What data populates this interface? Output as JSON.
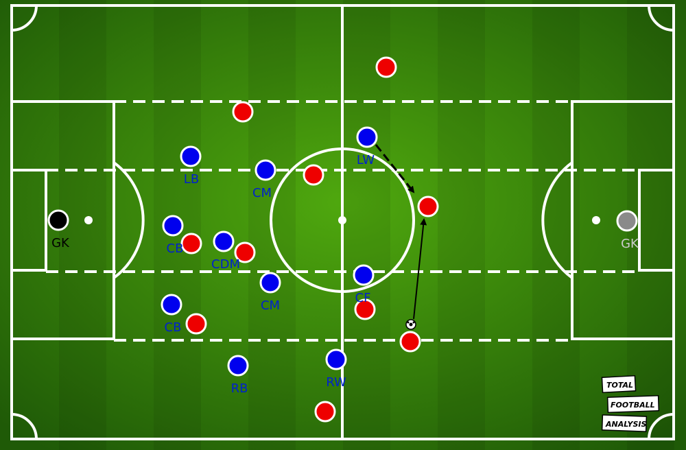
{
  "colors": {
    "pitch_center": "#4fa80e",
    "pitch_edge": "#1f5a07",
    "stripe_dark": "rgba(0,0,0,0.07)",
    "line": "#ffffff",
    "home_team": "#0000ee",
    "away_team": "#ee0000",
    "home_gk": "#000000",
    "away_gk": "#8a8a8a",
    "label_home": "#0022cc",
    "label_gk_home": "#000000",
    "label_gk_away": "#cccccc",
    "arrow": "#000000"
  },
  "home_players": [
    {
      "role": "GK",
      "label": "GK"
    },
    {
      "role": "LB",
      "label": "LB"
    },
    {
      "role": "CB-top",
      "label": "CB"
    },
    {
      "role": "CB-bottom",
      "label": "CB"
    },
    {
      "role": "RB",
      "label": "RB"
    },
    {
      "role": "CDM",
      "label": "CDM"
    },
    {
      "role": "CM-top",
      "label": "CM"
    },
    {
      "role": "CM-bottom",
      "label": "CM"
    },
    {
      "role": "LW",
      "label": "LW"
    },
    {
      "role": "RW",
      "label": "RW"
    },
    {
      "role": "CF",
      "label": "CF"
    }
  ],
  "away_players": [
    {
      "role": "GK",
      "label": "GK"
    },
    {
      "role": "opponent-1",
      "label": ""
    },
    {
      "role": "opponent-2",
      "label": ""
    },
    {
      "role": "opponent-3",
      "label": ""
    },
    {
      "role": "opponent-4",
      "label": ""
    },
    {
      "role": "opponent-5",
      "label": ""
    },
    {
      "role": "opponent-6",
      "label": ""
    },
    {
      "role": "opponent-7",
      "label": ""
    },
    {
      "role": "opponent-8",
      "label": ""
    },
    {
      "role": "opponent-9",
      "label": ""
    },
    {
      "role": "opponent-10",
      "label": ""
    }
  ],
  "annotations": [
    {
      "type": "run",
      "style": "dashed",
      "from": "LW",
      "to": "opponent-9"
    },
    {
      "type": "pass",
      "style": "solid",
      "from": "ball",
      "to": "opponent-9"
    }
  ],
  "ball": {
    "icon": "football-icon"
  },
  "logo": {
    "line1": "TOTAL",
    "line2": "FOOTBALL",
    "line3": "ANALYSIS"
  }
}
